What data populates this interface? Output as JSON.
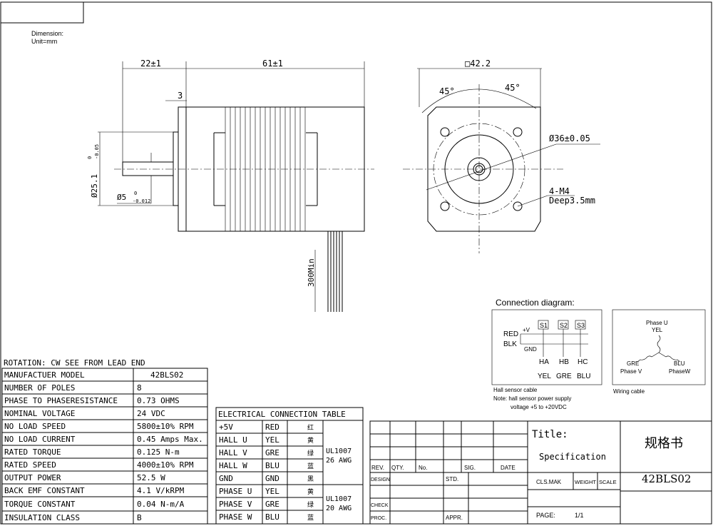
{
  "header": {
    "dimension_label": "Dimension:",
    "unit_label": "Unit=mm"
  },
  "side_view": {
    "dim_front": "22±1",
    "dim_body": "61±1",
    "dim_flange": "3",
    "dim_body_dia_main": "Ø25.1",
    "dim_body_dia_tol_upper": "0",
    "dim_body_dia_tol_lower": "-0.05",
    "dim_shaft_main": "Ø5",
    "dim_shaft_tol_upper": "0",
    "dim_shaft_tol_lower": "-0.012",
    "lead_length": "300Min"
  },
  "front_view": {
    "square": "□42.2",
    "angle_left": "45°",
    "angle_right": "45°",
    "pcd": "Ø36±0.05",
    "holes_line1": "4-M4",
    "holes_line2": "Deep3.5mm"
  },
  "connection": {
    "title": "Connection diagram:",
    "plus_v": "+V",
    "red": "RED",
    "blk": "BLK",
    "gnd": "GND",
    "sensors": [
      "S1",
      "S2",
      "S3"
    ],
    "hall_labels": [
      "HA",
      "HB",
      "HC"
    ],
    "hall_colors": [
      "YEL",
      "GRE",
      "BLU"
    ],
    "hall_caption": "Hall sensor cable",
    "note_line1": "Note: hall sensor power supply",
    "note_line2": "voltage +5 to +20VDC",
    "phase_u": "Phase U",
    "yel": "YEL",
    "gre": "GRE",
    "phase_v": "Phase V",
    "blu": "BLU",
    "phase_w": "PhaseW",
    "wiring_caption": "Wiring cable"
  },
  "spec": {
    "title": "ROTATION: CW SEE FROM LEAD END",
    "rows": [
      {
        "label": "MANUFACTUER MODEL",
        "value": "42BLS02"
      },
      {
        "label": "NUMBER OF POLES",
        "value": "8"
      },
      {
        "label": "PHASE TO PHASERESISTANCE",
        "value": "0.73 OHMS"
      },
      {
        "label": "NOMINAL VOLTAGE",
        "value": "24 VDC"
      },
      {
        "label": "NO LOAD SPEED",
        "value": "5800±10% RPM"
      },
      {
        "label": "NO LOAD CURRENT",
        "value": "0.45 Amps Max."
      },
      {
        "label": "RATED TORQUE",
        "value": "0.125 N-m"
      },
      {
        "label": "RATED SPEED",
        "value": "4000±10% RPM"
      },
      {
        "label": "OUTPUT POWER",
        "value": "52.5 W"
      },
      {
        "label": "BACK EMF CONSTANT",
        "value": "4.1 V/kRPM"
      },
      {
        "label": "TORQUE CONSTANT",
        "value": "0.04 N-m/A"
      },
      {
        "label": "INSULATION CLASS",
        "value": "B"
      }
    ]
  },
  "elec": {
    "title": "ELECTRICAL CONNECTION TABLE",
    "rows": [
      {
        "name": "+5V",
        "color": "RED",
        "cn": "红"
      },
      {
        "name": "HALL U",
        "color": "YEL",
        "cn": "黄"
      },
      {
        "name": "HALL V",
        "color": "GRE",
        "cn": "绿"
      },
      {
        "name": "HALL W",
        "color": "BLU",
        "cn": "蓝"
      },
      {
        "name": "GND",
        "color": "GND",
        "cn": "黑"
      },
      {
        "name": "PHASE U",
        "color": "YEL",
        "cn": "黄"
      },
      {
        "name": "PHASE V",
        "color": "GRE",
        "cn": "绿"
      },
      {
        "name": "PHASE W",
        "color": "BLU",
        "cn": "蓝"
      }
    ],
    "cable1_line1": "UL1007",
    "cable1_line2": "26 AWG",
    "cable2_line1": "UL1007",
    "cable2_line2": "20 AWG"
  },
  "titleblock": {
    "rev": "REV.",
    "qty": "QTY.",
    "no": "No.",
    "sig": "SIG.",
    "date": "DATE",
    "design": "DESIGN",
    "std": "STD.",
    "check": "CHECK",
    "proc": "PROC.",
    "appr": "APPR.",
    "title_label": "Title:",
    "specification": "Specification",
    "cls_mak": "CLS.MAK",
    "weight": "WEIGHT",
    "scale": "SCALE",
    "page_label": "PAGE:",
    "page_value": "1/1",
    "cn_title": "规格书",
    "model": "42BLS02"
  }
}
